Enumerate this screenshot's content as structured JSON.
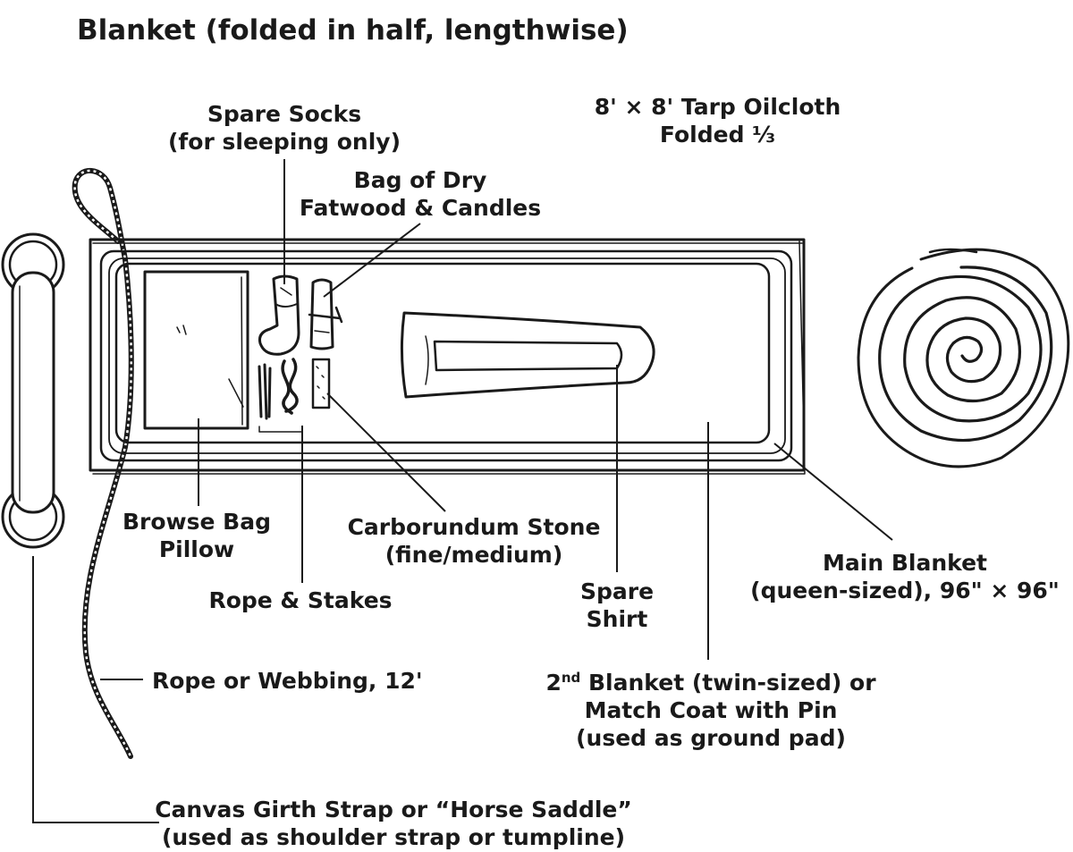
{
  "title": "Blanket (folded in half, lengthwise)",
  "labels": {
    "spare_socks": [
      "Spare Socks",
      "(for sleeping only)"
    ],
    "tarp": [
      "8' × 8' Tarp Oilcloth",
      "Folded ⅓"
    ],
    "fatwood": [
      "Bag of Dry",
      "Fatwood & Candles"
    ],
    "browse_bag": [
      "Browse Bag",
      "Pillow"
    ],
    "carborundum": [
      "Carborundum Stone",
      "(fine/medium)"
    ],
    "rope_stakes": "Rope & Stakes",
    "spare_shirt": [
      "Spare",
      "Shirt"
    ],
    "main_blanket": [
      "Main Blanket",
      "(queen-sized), 96\" × 96\""
    ],
    "rope_webbing": "Rope or Webbing, 12'",
    "second_blanket": {
      "num": "2",
      "sup": "nd",
      "line1_rest": " Blanket (twin-sized) or",
      "line2": "Match Coat with Pin",
      "line3": "(used as ground pad)"
    },
    "girth_strap": [
      "Canvas Girth Strap or “Horse Saddle”",
      "(used as shoulder strap or tumpline)"
    ]
  },
  "colors": {
    "ink": "#1a1a1a",
    "background": "#ffffff"
  }
}
